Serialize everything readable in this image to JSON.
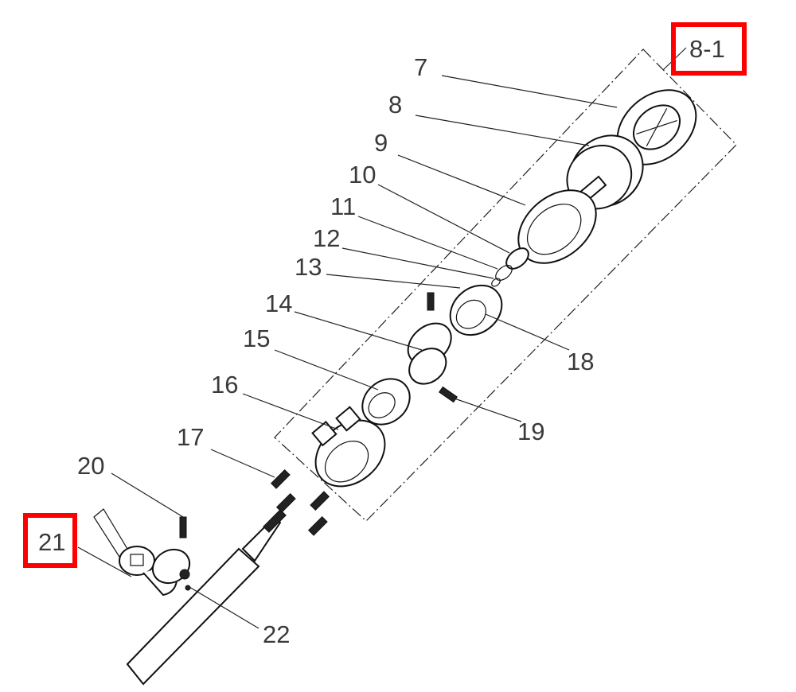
{
  "diagram": {
    "callouts": [
      "7",
      "8",
      "9",
      "10",
      "11",
      "12",
      "13",
      "14",
      "15",
      "16",
      "17",
      "18",
      "19",
      "20",
      "21",
      "22"
    ],
    "assembly_label": "8-1",
    "highlight_color": "#ff0000",
    "highlighted": [
      "8-1",
      "21"
    ]
  }
}
